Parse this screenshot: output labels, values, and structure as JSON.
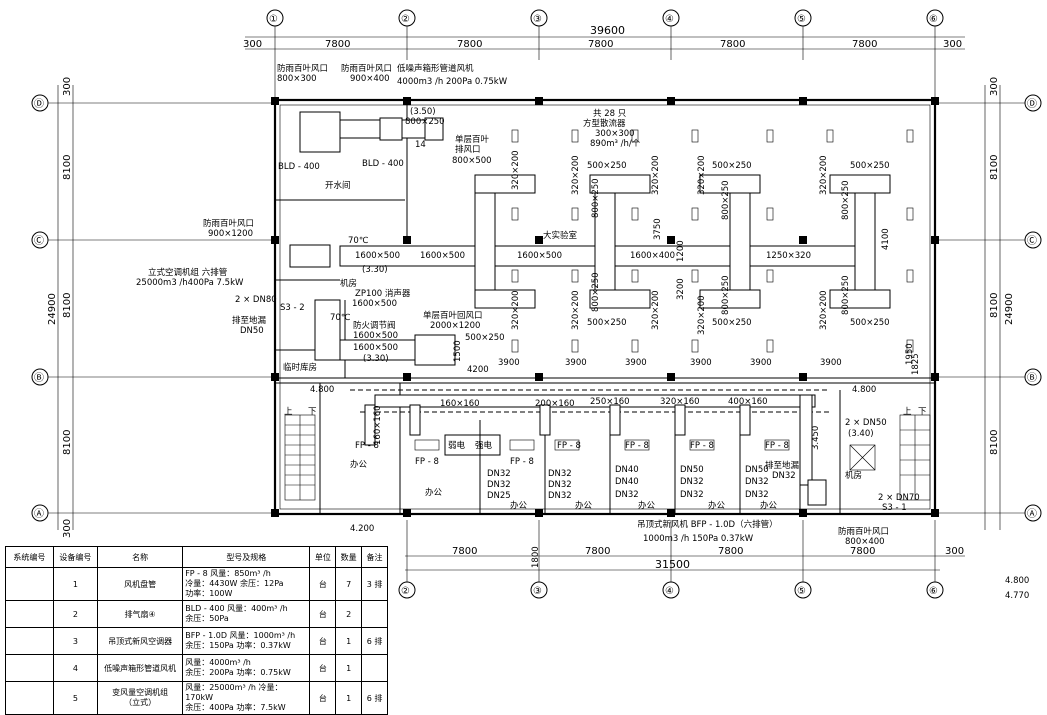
{
  "axes_top": [
    "①",
    "②",
    "③",
    "④",
    "⑤",
    "⑥"
  ],
  "axes_side": [
    "Ⓓ",
    "Ⓒ",
    "Ⓑ",
    "Ⓐ"
  ],
  "dims": {
    "top_total": "39600",
    "bay": "7800",
    "edge": "300",
    "side_total": "24900",
    "side_bay": "8100",
    "bottom_total": "31500",
    "d_1800": "1800"
  },
  "labels": {
    "louver_1": "防雨百叶风口",
    "louver_1_size": "800×300",
    "louver_2": "防雨百叶风口",
    "louver_2_size": "900×400",
    "fan": "低噪声箱形管道风机",
    "fan_spec": "4000m3 /h 200Pa 0.75kW",
    "duct_350": "(3.50)",
    "duct_800x250": "800×250",
    "exhaust": "单层百叶",
    "exhaust_2": "排风口",
    "exhaust_size": "800×500",
    "diffusers": "共 28 只",
    "diffusers_2": "方型散流器",
    "diffusers_size": "300×300",
    "diffusers_flow": "890m³ /h/个",
    "bld1": "BLD - 400",
    "bld2": "BLD - 400",
    "boiler": "开水间",
    "louver_3": "防雨百叶风口",
    "louver_3_size": "900×1200",
    "ahu": "立式空调机组 六排管",
    "ahu_spec": "25000m3 /h400Pa 7.5kW",
    "pipe_dn80": "2 × DN80",
    "s3": "S3 - 2",
    "drain": "排至地漏",
    "drain_dn": "DN50",
    "machine_room": "机房",
    "silencer": "ZP100 消声器",
    "silencer_size": "1600×500",
    "firedamper": "防火调节阀",
    "fd_size": "1600×500",
    "duct_1600a": "1600×500",
    "duct_330a": "(3.30)",
    "duct_330b": "(3.30)",
    "duct_1600b": "1600×500",
    "temp_70a": "70℃",
    "temp_70b": "70℃",
    "lab": "大实验室",
    "main_1600x500": "1600×500",
    "main_1600x400": "1600×400",
    "main_1250x320": "1250×320",
    "return_louver": "单层百叶回风口",
    "return_size": "2000×1200",
    "d500x250": "500×250",
    "storage": "临时库房",
    "office": "办公",
    "elev_a": "4.800",
    "elev_b": "4.800",
    "elev_c": "4.200",
    "elev_d": "4.800",
    "elev_e": "4.770",
    "d3900": "3900",
    "d1200": "1200",
    "d3750": "3750",
    "d4100": "4100",
    "d3200": "3200",
    "d4200": "4200",
    "d1950": "1950",
    "d1825": "1825",
    "d1500": "1500",
    "b160x160": "160×160",
    "b200x160": "200×160",
    "b250x160": "250×160",
    "b320x160": "320×160",
    "b400x160": "400×160",
    "fp8": "FP - 8",
    "weak": "弱电",
    "strong": "强电",
    "dn32": "DN32",
    "dn40": "DN40",
    "dn50": "DN50",
    "dn25": "DN25",
    "fresh_ahu": "吊顶式新风机  BFP - 1.0D（六排管）",
    "fresh_spec": "1000m3 /h  150Pa  0.37kW",
    "louver_4": "防雨百叶风口",
    "louver_4_size": "800×400",
    "dn50x2": "2 × DN50",
    "p340": "(3.40)",
    "dn70": "2 × DN70",
    "s31": "S3 - 1",
    "drain2": "排至地漏",
    "drain2_dn": "DN32",
    "stairs_up": "上",
    "stairs_down": "下",
    "machine2": "机房",
    "d320x200": "320×200",
    "d800x250": "800×250",
    "d500x250b": "500×250",
    "d3450": "3.450",
    "d14": "14"
  },
  "table": {
    "headers": [
      "系统编号",
      "设备编号",
      "名称",
      "型号及规格",
      "单位",
      "数量",
      "备注"
    ],
    "rows": [
      {
        "no": "1",
        "name": "风机盘管",
        "spec": "FP - 8  风量：850m³ /h\n冷量：4430W 余压：12Pa\n功率：100W",
        "unit": "台",
        "qty": "7",
        "note": "3 排"
      },
      {
        "no": "2",
        "name": "排气扇④",
        "spec": "BLD - 400 风量：400m³ /h\n余压：50Pa",
        "unit": "台",
        "qty": "2",
        "note": ""
      },
      {
        "no": "3",
        "name": "吊顶式新风空调器",
        "spec": "BFP - 1.0D  风量：1000m³ /h\n余压：150Pa  功率：0.37kW",
        "unit": "台",
        "qty": "1",
        "note": "6 排"
      },
      {
        "no": "4",
        "name": "低噪声箱形管道风机",
        "spec": "风量：4000m³ /h\n余压：200Pa  功率：0.75kW",
        "unit": "台",
        "qty": "1",
        "note": ""
      },
      {
        "no": "5",
        "name": "变风量空调机组\n（立式）",
        "spec": "风量：25000m³ /h 冷量：170kW\n余压：400Pa  功率：7.5kW",
        "unit": "台",
        "qty": "1",
        "note": "6 排"
      }
    ]
  }
}
